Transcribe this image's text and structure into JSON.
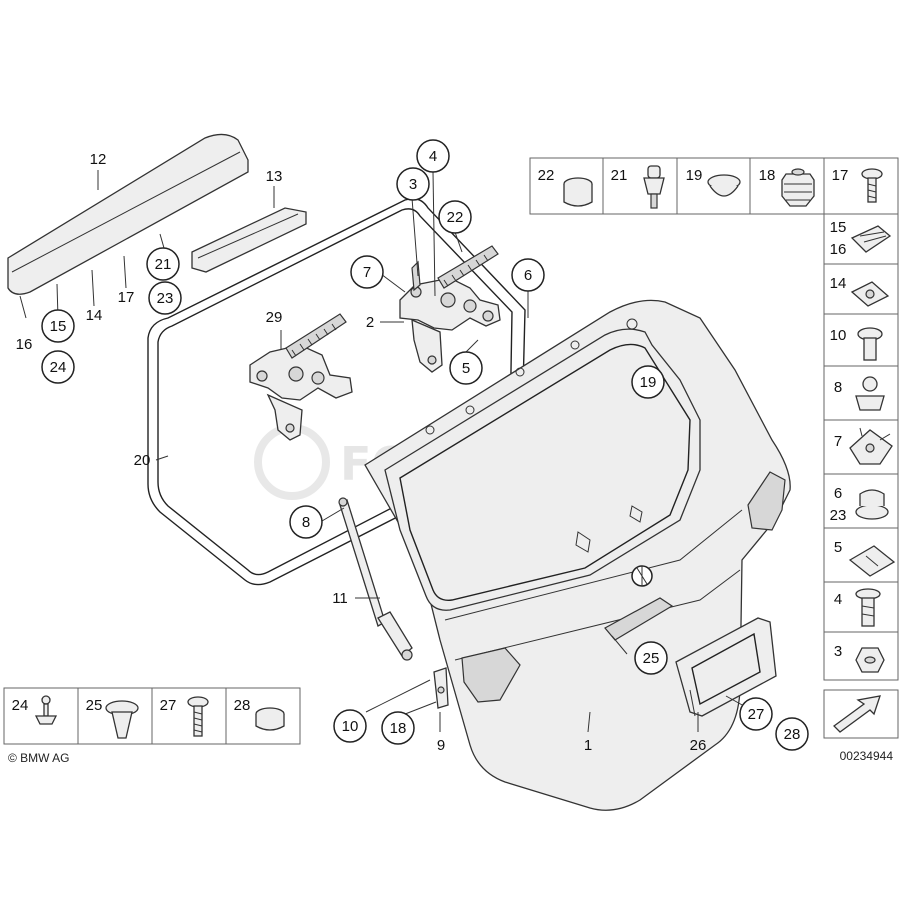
{
  "diagram": {
    "copyright": "© BMW AG",
    "figure_number": "00234944",
    "watermark": "FCP EURO",
    "main_labels": {
      "l12": "12",
      "l13": "13",
      "l4": "4",
      "l3": "3",
      "l22": "22",
      "l7": "7",
      "l6": "6",
      "l2": "2",
      "l5": "5",
      "l29": "29",
      "l21": "21",
      "l23": "23",
      "l17": "17",
      "l14": "14",
      "l15": "15",
      "l16": "16",
      "l24": "24",
      "l20": "20",
      "l8": "8",
      "l11": "11",
      "l19": "19",
      "l25": "25",
      "l10": "10",
      "l18": "18",
      "l9": "9",
      "l1": "1",
      "l26": "26",
      "l27": "27",
      "l28": "28"
    },
    "top_legend": [
      "22",
      "21",
      "19",
      "18",
      "17"
    ],
    "right_legend": [
      "15",
      "16",
      "14",
      "10",
      "8",
      "7",
      "6",
      "23",
      "5",
      "4",
      "3"
    ],
    "bottom_legend": [
      "24",
      "25",
      "27",
      "28"
    ]
  }
}
